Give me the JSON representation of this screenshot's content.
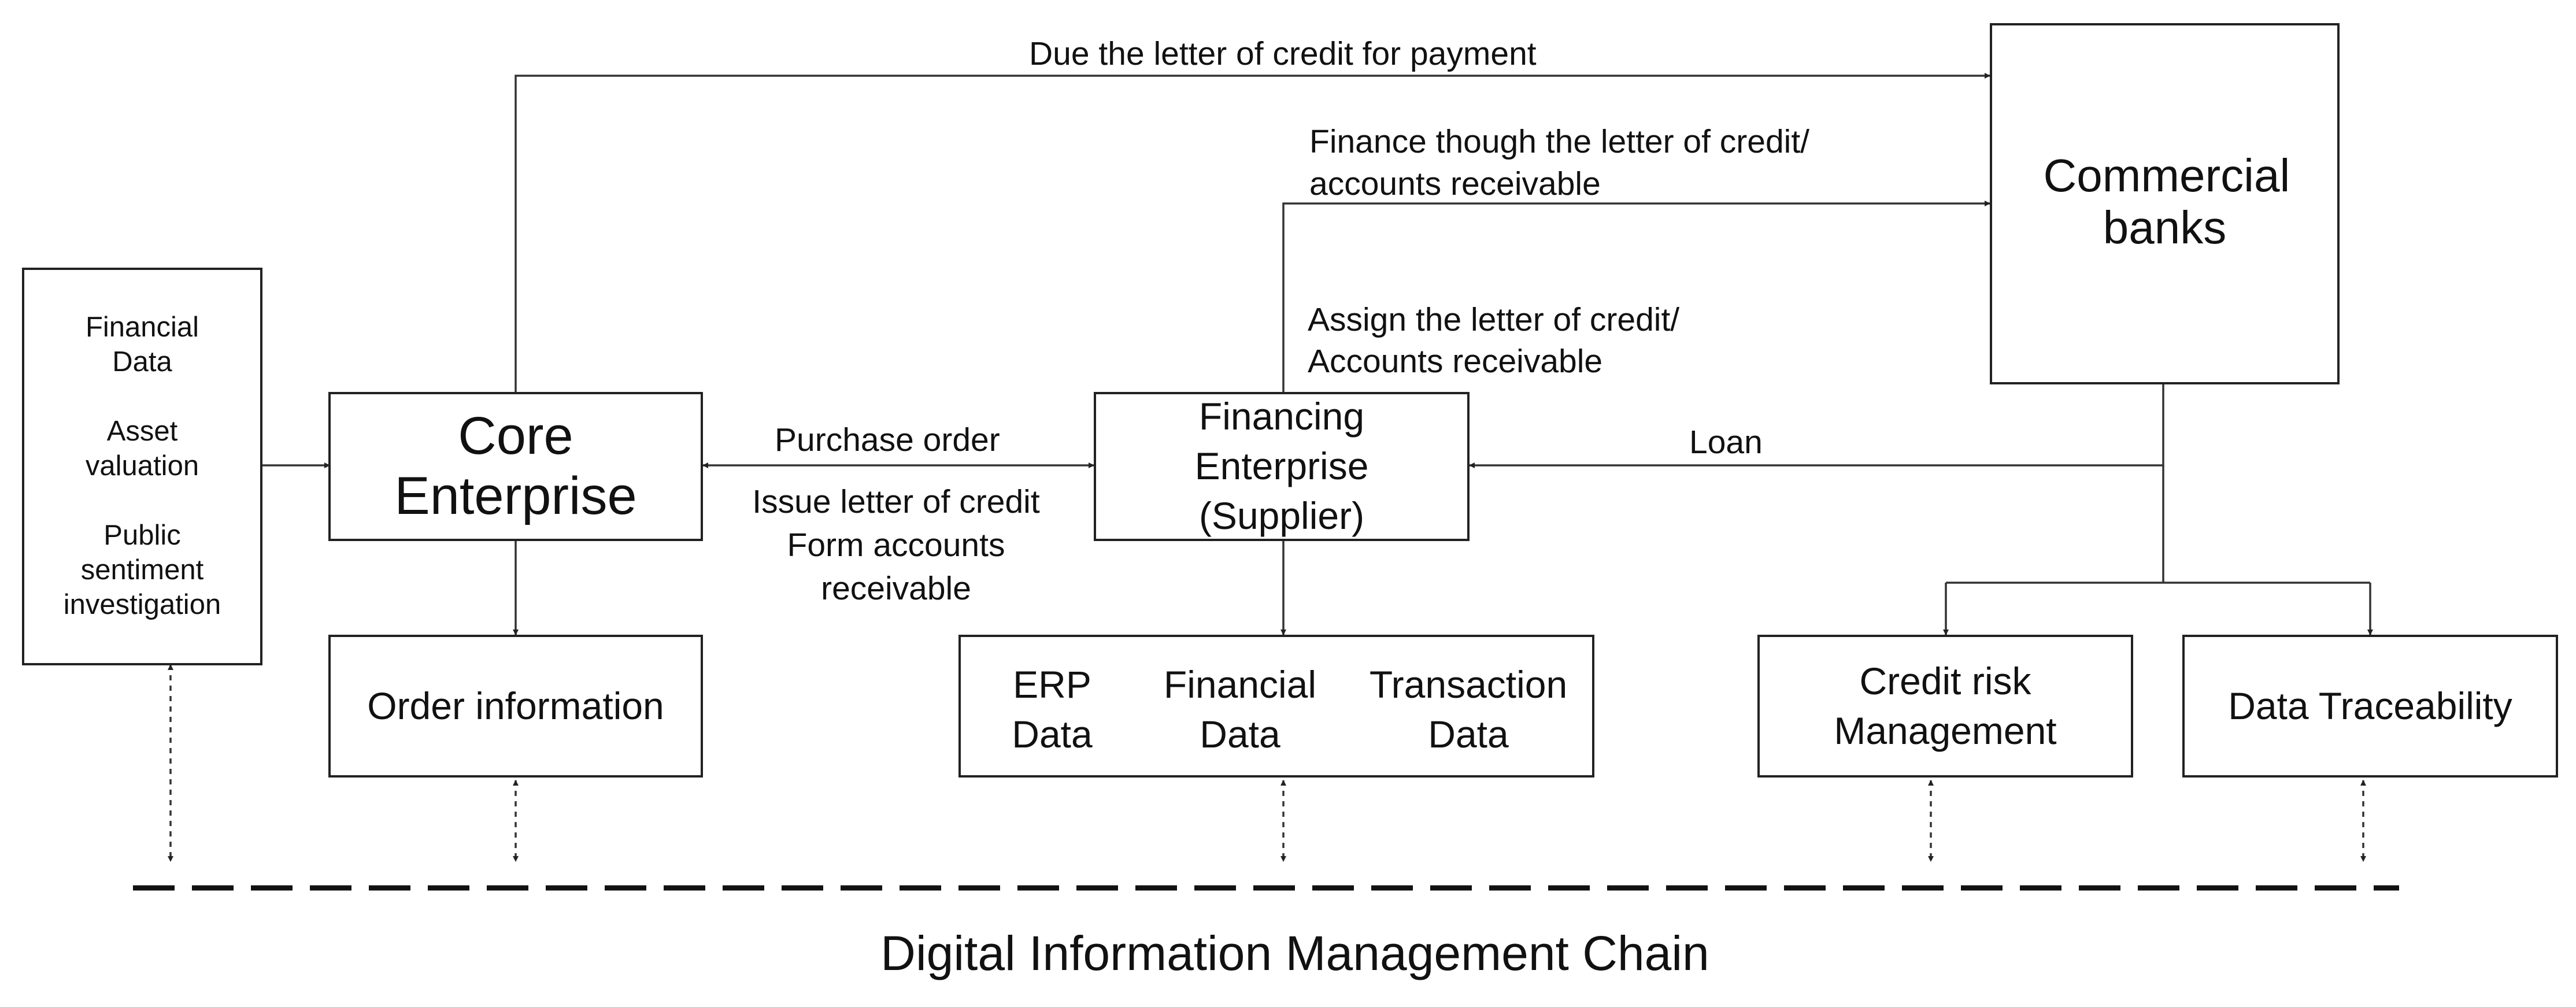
{
  "diagram": {
    "nodes": {
      "data_sources": {
        "items": [
          "Financial Data",
          "Asset valuation",
          "Public sentiment investigation"
        ]
      },
      "core_enterprise": {
        "label": "Core Enterprise"
      },
      "financing_enterprise": {
        "label_lines": [
          "Financing",
          "Enterprise",
          "(Supplier)"
        ]
      },
      "commercial_banks": {
        "label": "Commercial banks"
      },
      "order_information": {
        "label": "Order information"
      },
      "enterprise_data": {
        "cells": [
          "ERP Data",
          "Financial Data",
          "Transaction Data"
        ]
      },
      "credit_risk": {
        "label": "Credit risk Management"
      },
      "data_traceability": {
        "label": "Data Traceability"
      }
    },
    "edges": {
      "due_letter": "Due the letter of credit for payment",
      "finance_letter": [
        "Finance though the letter of credit/",
        "accounts receivable"
      ],
      "assign_letter": [
        "Assign the letter of credit/",
        "Accounts receivable"
      ],
      "purchase_order": "Purchase order",
      "issue_letter": [
        "Issue letter of credit",
        "Form accounts",
        "receivable"
      ],
      "loan": "Loan"
    },
    "chain_label": "Digital Information Management Chain"
  }
}
